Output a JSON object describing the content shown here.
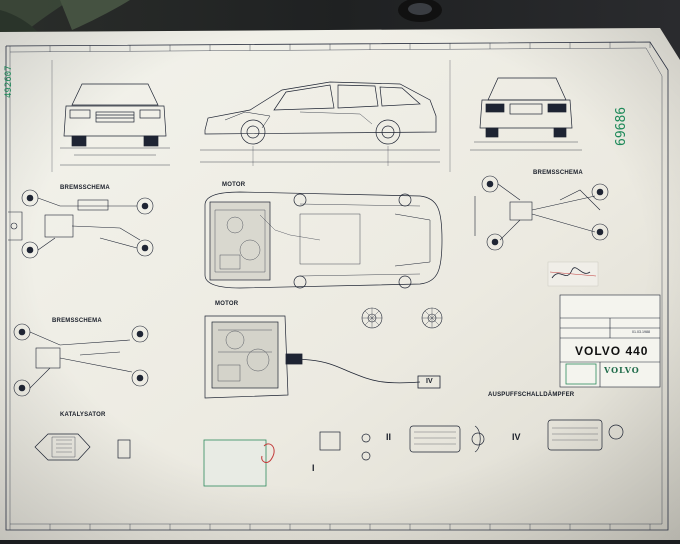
{
  "photo": {
    "subject": "Volvo 440 technical blueprint poster",
    "colors": {
      "paper": "#efefe6",
      "ink": "#1e2433",
      "green_stamp": "#2d8a5d",
      "red_signature": "#c23a3a"
    }
  },
  "blueprint": {
    "title": "VOLVO 440",
    "serial_left": "492607",
    "serial_right": "69686",
    "sections": {
      "brake_top_left": "BREMSSCHEMA",
      "motor_a": "MOTOR",
      "brake_top_right": "BREMSSCHEMA",
      "brake_bottom_left": "BREMSSCHEMA",
      "motor_b": "MOTOR",
      "catalyst": "KATALYSATOR",
      "muffler": "AUSPUFFSCHALLDÄMPFER"
    },
    "roman": {
      "one": "I",
      "two": "II",
      "four": "IV"
    },
    "titleblock": {
      "brand": "VOLVO",
      "date": "01.03.1988"
    }
  }
}
